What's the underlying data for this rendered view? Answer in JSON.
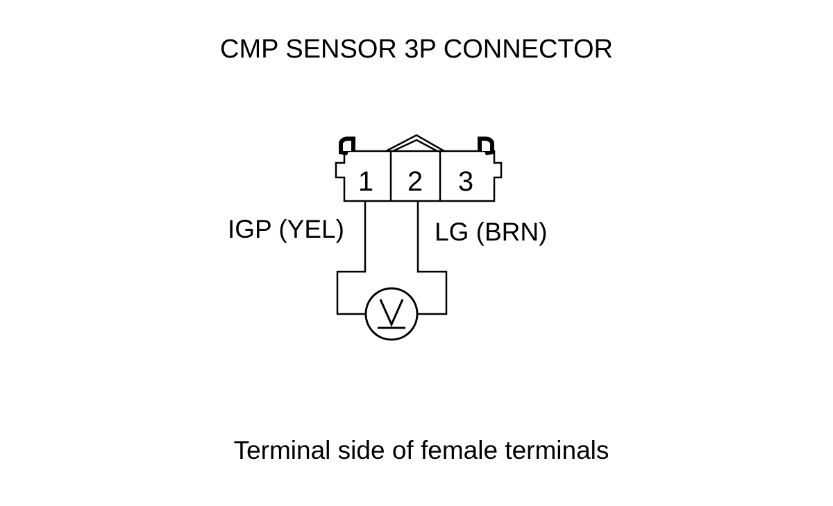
{
  "title": "CMP SENSOR 3P CONNECTOR",
  "connector": {
    "pins": [
      "1",
      "2",
      "3"
    ]
  },
  "wires": {
    "left_label": "IGP (YEL)",
    "right_label": "LG (BRN)"
  },
  "meter": {
    "symbol": "V",
    "icon": "voltmeter-icon"
  },
  "caption": "Terminal side of female terminals"
}
